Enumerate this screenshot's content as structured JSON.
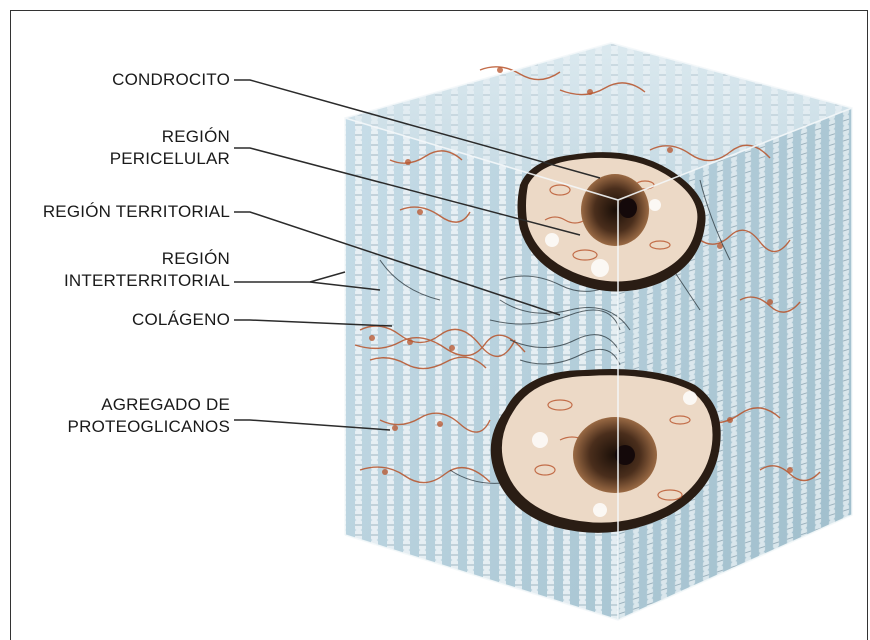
{
  "labels": {
    "condrocito": "CONDROCITO",
    "pericelular_1": "REGIÓN",
    "pericelular_2": "PERICELULAR",
    "territorial": "REGIÓN TERRITORIAL",
    "interterritorial_1": "REGIÓN",
    "interterritorial_2": "INTERTERRITORIAL",
    "colageno": "COLÁGENO",
    "proteoglicanos_1": "AGREGADO DE",
    "proteoglicanos_2": "PROTEOGLICANOS"
  },
  "colors": {
    "matrix": "#b9d3df",
    "fiber": "#e9f1f5",
    "proteoglycan": "#b8532a",
    "cell_cytoplasm": "#ecd9c6",
    "cell_membrane": "#7a3a1f",
    "nucleus": "#3a2416",
    "leader_line": "#2b2b2b"
  }
}
